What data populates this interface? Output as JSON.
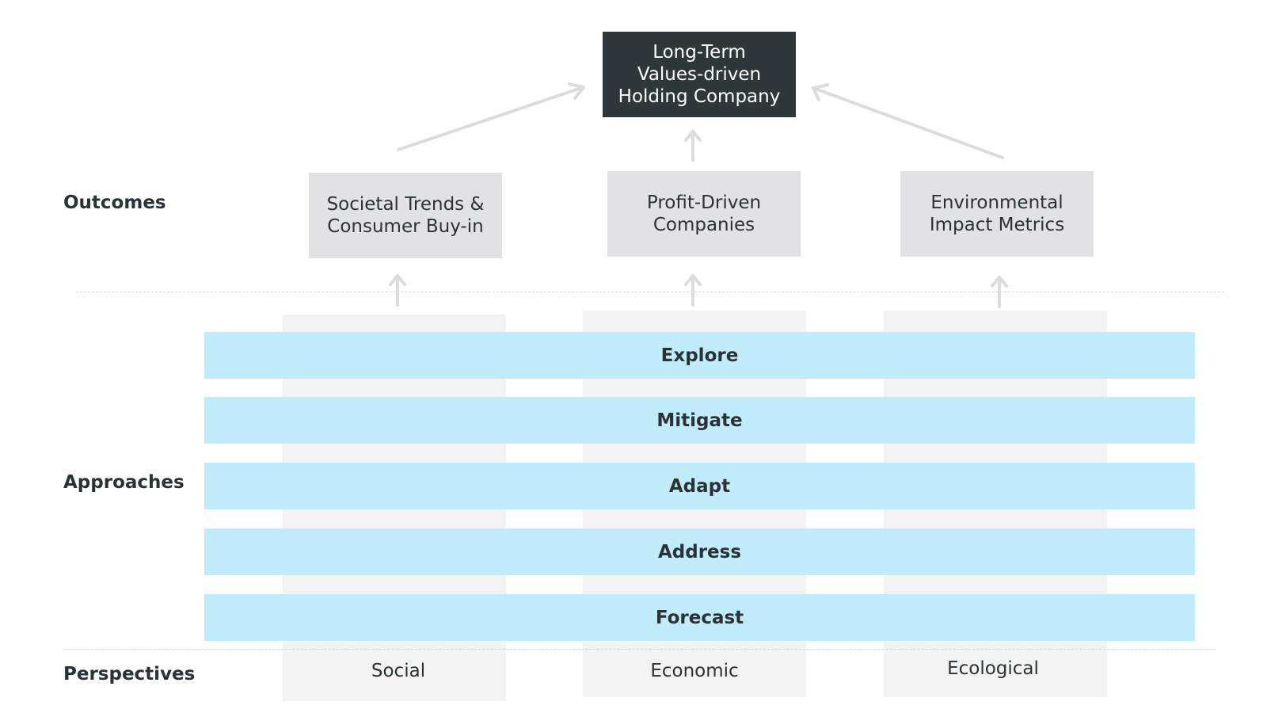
{
  "goal": {
    "label": "Long-Term\nValues-driven\nHolding Company"
  },
  "rows": {
    "outcomes": "Outcomes",
    "approaches": "Approaches",
    "perspectives": "Perspectives"
  },
  "outcomes": [
    {
      "label": "Societal Trends &\nConsumer Buy-in"
    },
    {
      "label": "Profit-Driven\nCompanies"
    },
    {
      "label": "Environmental\nImpact Metrics"
    }
  ],
  "approaches": [
    {
      "label": "Explore"
    },
    {
      "label": "Mitigate"
    },
    {
      "label": "Adapt"
    },
    {
      "label": "Address"
    },
    {
      "label": "Forecast"
    }
  ],
  "perspectives": [
    {
      "label": "Social"
    },
    {
      "label": "Economic"
    },
    {
      "label": "Ecological"
    }
  ],
  "colors": {
    "goal_bg": "#2e3739",
    "outcome_bg": "#e2e2e4",
    "band_bg": "#c0ecfb",
    "pillar_bg": "#f3f3f3",
    "arrow": "#dcdcdc",
    "text": "#2b3235"
  }
}
